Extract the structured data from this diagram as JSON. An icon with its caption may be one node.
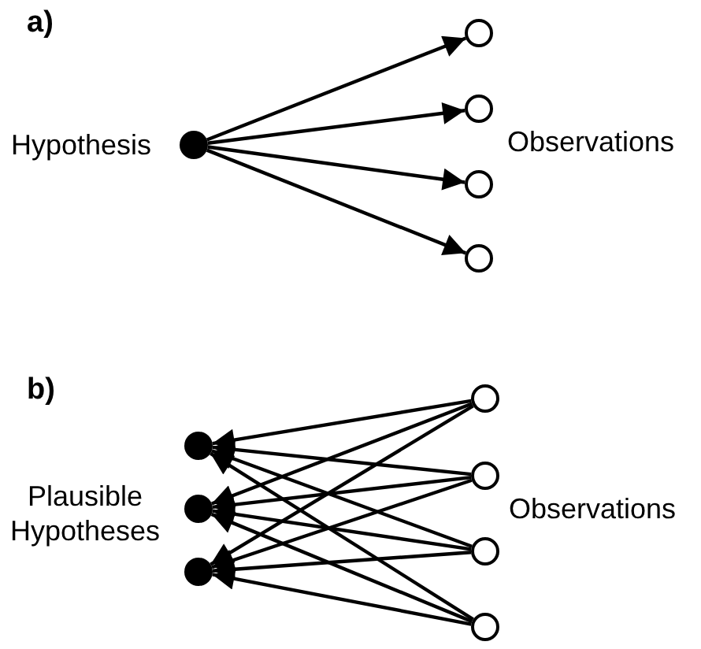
{
  "diagram": {
    "nodes": [
      {
        "text": [],
        "shape": "dot",
        "beside": [
          "Hypothesis"
        ]
      },
      {
        "text": [],
        "shape": "circle"
      },
      {
        "text": [],
        "shape": "circle"
      },
      {
        "text": [],
        "shape": "circle"
      },
      {
        "text": [],
        "shape": "circle"
      },
      {
        "text": [],
        "shape": "dot"
      },
      {
        "text": [],
        "shape": "dot"
      },
      {
        "text": [],
        "shape": "dot"
      },
      {
        "text": [],
        "shape": "circle"
      },
      {
        "text": [],
        "shape": "circle"
      },
      {
        "text": [],
        "shape": "circle"
      },
      {
        "text": [],
        "shape": "circle"
      }
    ],
    "edges": [
      {
        "from": 0,
        "to": 1,
        "arrow": "to"
      },
      {
        "from": 0,
        "to": 2,
        "arrow": "to"
      },
      {
        "from": 0,
        "to": 3,
        "arrow": "to"
      },
      {
        "from": 0,
        "to": 4,
        "arrow": "to"
      },
      {
        "from": 8,
        "to": 5,
        "arrow": "to"
      },
      {
        "from": 8,
        "to": 6,
        "arrow": "to"
      },
      {
        "from": 8,
        "to": 7,
        "arrow": "to"
      },
      {
        "from": 9,
        "to": 5,
        "arrow": "to"
      },
      {
        "from": 9,
        "to": 6,
        "arrow": "to"
      },
      {
        "from": 9,
        "to": 7,
        "arrow": "to"
      },
      {
        "from": 10,
        "to": 5,
        "arrow": "to"
      },
      {
        "from": 10,
        "to": 6,
        "arrow": "to"
      },
      {
        "from": 10,
        "to": 7,
        "arrow": "to"
      },
      {
        "from": 11,
        "to": 5,
        "arrow": "to"
      },
      {
        "from": 11,
        "to": 6,
        "arrow": "to"
      },
      {
        "from": 11,
        "to": 7,
        "arrow": "to"
      }
    ],
    "labels": [
      "a)",
      "Observations",
      "b)",
      "Plausible Hypotheses",
      "Observations"
    ]
  }
}
